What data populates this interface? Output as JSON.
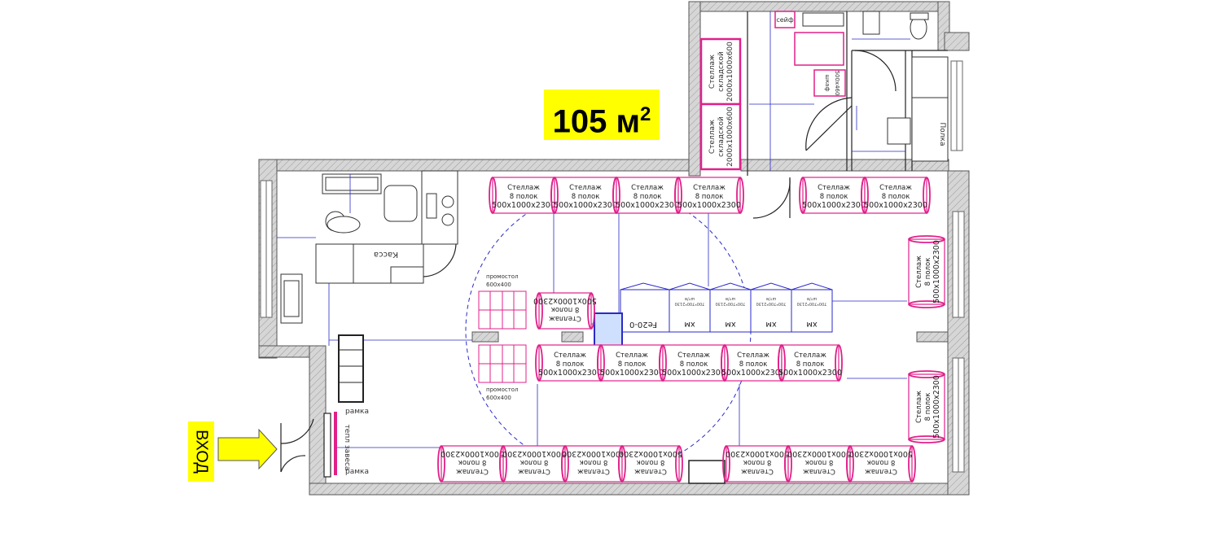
{
  "area": {
    "value": "105 м",
    "sup": "2"
  },
  "entrance": "ВХОД",
  "rack": {
    "title": "Стеллаж",
    "line2": "8 полок",
    "line3": "500х1000х2300"
  },
  "storage_rack": {
    "title": "Стеллаж",
    "line2": "складской",
    "line3": "2000х1000х600"
  },
  "promo": {
    "title": "промостол",
    "size": "600х400"
  },
  "cashier": "Касса",
  "frame": "рамка",
  "curtain": "тепл завеса",
  "safe": "сейф",
  "shelf": "Полка",
  "fridge_label": "хм",
  "cell_texts": [
    "700*700*2130",
    "шт/в"
  ],
  "stand_label": "Fe20-0",
  "equip": [
    "шкаф",
    "500х460"
  ],
  "colors": {
    "wall": "#c8c8c8",
    "rack": "#e0208a",
    "dim": "#2a2ac8",
    "arrow": "#ffff00"
  }
}
